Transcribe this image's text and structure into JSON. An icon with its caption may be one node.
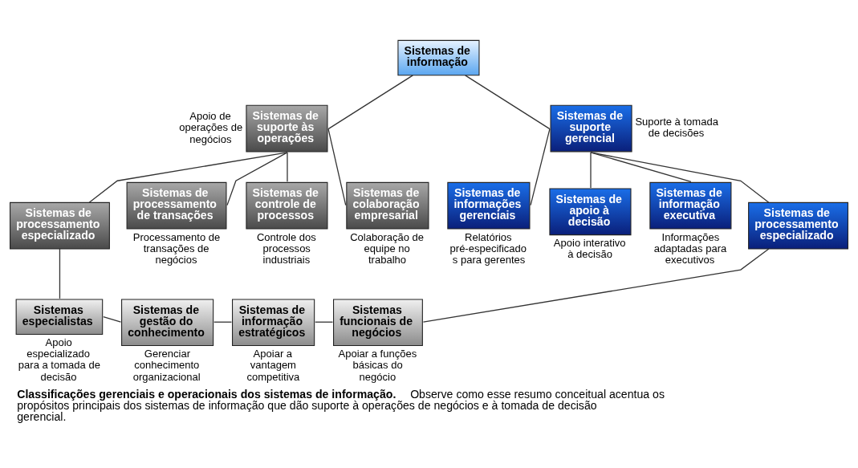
{
  "diagram": {
    "caption": "**Classificações gerenciais e operacionais dos sistemas de informação.** Observe como esse resumo conceitual acentua os propósitos principais dos sistemas de informação que dão suporte à operações de negócios e à tomada de decisão gerencial.",
    "nodes": [
      {
        "text": [
          "Sistemas de informação"
        ]
      },
      {
        "text": [
          "Sistemas de suporte às operações"
        ],
        "beside": [
          "Apoio de operações de negócios"
        ]
      },
      {
        "text": [
          "Sistemas de suporte gerencial"
        ],
        "beside": [
          "Suporte à tomada de decisões"
        ]
      },
      {
        "text": [
          "Sistemas de processamento especializado"
        ]
      },
      {
        "text": [
          "Sistemas de processamento de transações"
        ],
        "beside": [
          "Processamento de transações de negócios"
        ]
      },
      {
        "text": [
          "Sistemas de controle de processos"
        ],
        "beside": [
          "Controle dos processos industriais"
        ]
      },
      {
        "text": [
          "Sistemas de colaboração empresarial"
        ],
        "beside": [
          "Colaboração de equipe no trabalho"
        ]
      },
      {
        "text": [
          "Sistemas de informações gerenciais"
        ],
        "beside": [
          "Relatórios pré-especificado s para gerentes"
        ]
      },
      {
        "text": [
          "Sistemas de apoio à decisão"
        ],
        "beside": [
          "Apoio interativo à decisão"
        ]
      },
      {
        "text": [
          "Sistemas de informação executiva"
        ],
        "beside": [
          "Informações adaptadas para executivos"
        ]
      },
      {
        "text": [
          "Sistemas de processamento especializado"
        ]
      },
      {
        "text": [
          "Sistemas especialistas"
        ],
        "beside": [
          "Apoio especializado para a tomada de decisão"
        ]
      },
      {
        "text": [
          "Sistemas de gestão do conhecimento"
        ],
        "beside": [
          "Gerenciar conhecimento organizacional"
        ]
      },
      {
        "text": [
          "Sistemas de informação estratégicos"
        ],
        "beside": [
          "Apoiar a vantagem competitiva"
        ]
      },
      {
        "text": [
          "Sistemas funcionais de negócios"
        ],
        "beside": [
          "Apoiar a funções básicas do negócio"
        ]
      }
    ],
    "edges": [
      {
        "from": 0,
        "to": 1,
        "arrow": "none"
      },
      {
        "from": 0,
        "to": 2,
        "arrow": "none"
      },
      {
        "from": 1,
        "to": 3,
        "arrow": "none"
      },
      {
        "from": 1,
        "to": 4,
        "arrow": "none"
      },
      {
        "from": 1,
        "to": 5,
        "arrow": "none"
      },
      {
        "from": 1,
        "to": 6,
        "arrow": "none"
      },
      {
        "from": 2,
        "to": 7,
        "arrow": "none"
      },
      {
        "from": 2,
        "to": 8,
        "arrow": "none"
      },
      {
        "from": 2,
        "to": 9,
        "arrow": "none"
      },
      {
        "from": 2,
        "to": 10,
        "arrow": "none"
      },
      {
        "from": 3,
        "to": 11,
        "arrow": "none"
      },
      {
        "from": 11,
        "to": 12,
        "arrow": "none"
      },
      {
        "from": 12,
        "to": 13,
        "arrow": "none"
      },
      {
        "from": 13,
        "to": 14,
        "arrow": "none"
      },
      {
        "from": 14,
        "to": 10,
        "arrow": "none"
      }
    ]
  }
}
